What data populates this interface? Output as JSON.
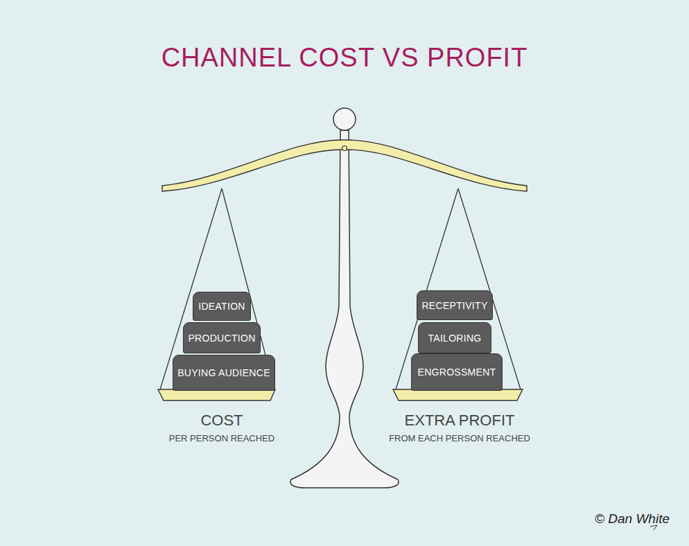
{
  "diagram": {
    "title": "CHANNEL COST VS PROFIT",
    "nodes": [
      {
        "text": [
          "IDEATION"
        ]
      },
      {
        "text": [
          "PRODUCTION"
        ]
      },
      {
        "text": [
          "BUYING AUDIENCE"
        ]
      },
      {
        "text": [
          "RECEPTIVITY"
        ]
      },
      {
        "text": [
          "TAILORING"
        ]
      },
      {
        "text": [
          "ENGROSSMENT"
        ]
      }
    ],
    "labels": [
      "COST",
      "PER PERSON REACHED",
      "EXTRA PROFIT",
      "FROM EACH PERSON REACHED",
      "© Dan White"
    ]
  }
}
